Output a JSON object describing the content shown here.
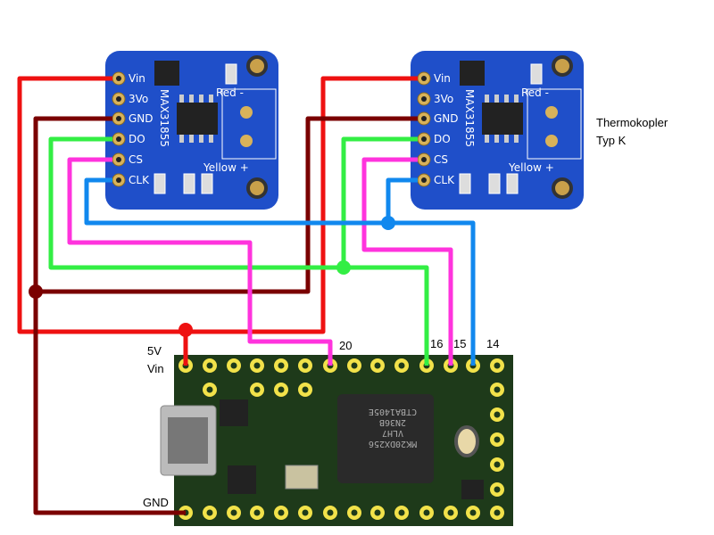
{
  "modules": [
    {
      "chip": "MAX31855",
      "pins": [
        "Vin",
        "3Vo",
        "GND",
        "DO",
        "CS",
        "CLK"
      ],
      "terminal_labels": [
        "Red -",
        "Yellow +"
      ]
    },
    {
      "chip": "MAX31855",
      "pins": [
        "Vin",
        "3Vo",
        "GND",
        "DO",
        "CS",
        "CLK"
      ],
      "terminal_labels": [
        "Red -",
        "Yellow +"
      ]
    }
  ],
  "annotation": {
    "line1": "Thermokopler",
    "line2": "Typ K"
  },
  "teensy": {
    "vin_label_1": "5V",
    "vin_label_2": "Vin",
    "gnd_label": "GND",
    "pin_labels": [
      "20",
      "16",
      "15",
      "14"
    ],
    "chip_text": [
      "MK20DX256",
      "VLH7",
      "2N36B",
      "CTBA1405E"
    ]
  },
  "wire_colors": {
    "vin": "#ee1111",
    "gnd": "#7a0000",
    "do": "#33ee44",
    "cs": "#ff33dd",
    "clk": "#1188ee"
  },
  "board_colors": {
    "module": "#1f4fc9",
    "teensy": "#1e3a1a",
    "pad": "#f2e24a"
  }
}
